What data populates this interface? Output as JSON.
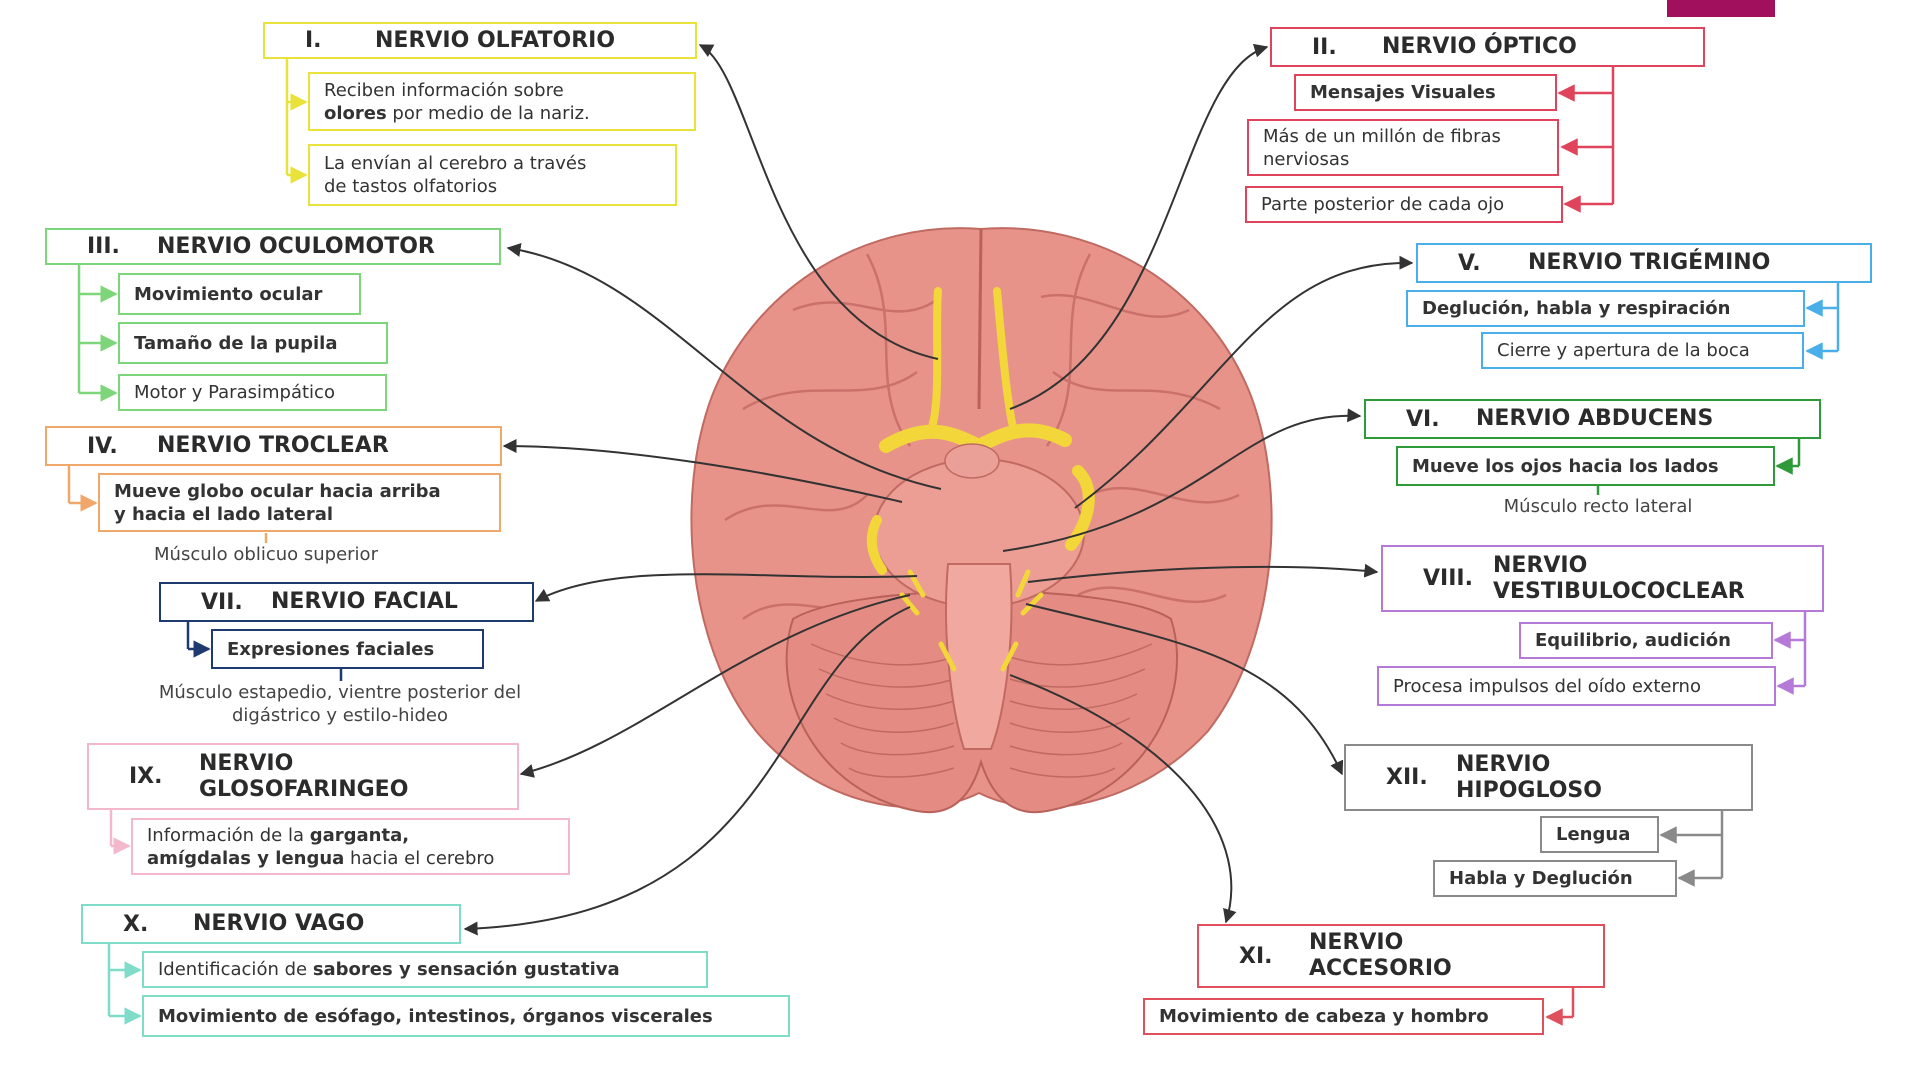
{
  "nerves": {
    "n1": {
      "num": "I.",
      "title": "NERVIO OLFATORIO",
      "color": "#e8e23a",
      "items": [
        {
          "parts": [
            {
              "t": "Reciben información sobre "
            },
            {
              "br": true
            },
            {
              "t": "olores",
              "b": true
            },
            {
              "t": " por medio de la nariz."
            }
          ]
        },
        {
          "parts": [
            {
              "t": "La envían al cerebro a través "
            },
            {
              "br": true
            },
            {
              "t": "de tastos olfatorios"
            }
          ]
        }
      ]
    },
    "n2": {
      "num": "II.",
      "title": "NERVIO ÓPTICO",
      "color": "#e0435c",
      "items": [
        {
          "parts": [
            {
              "t": "Mensajes Visuales",
              "b": true
            }
          ]
        },
        {
          "parts": [
            {
              "t": "Más de un millón de fibras "
            },
            {
              "br": true
            },
            {
              "t": "nerviosas"
            }
          ]
        },
        {
          "parts": [
            {
              "t": "Parte posterior de cada ojo"
            }
          ]
        }
      ]
    },
    "n3": {
      "num": "III.",
      "title": "NERVIO OCULOMOTOR",
      "color": "#7ed67a",
      "items": [
        {
          "parts": [
            {
              "t": "Movimiento ocular",
              "b": true
            }
          ]
        },
        {
          "parts": [
            {
              "t": "Tamaño de la pupila",
              "b": true
            }
          ]
        },
        {
          "parts": [
            {
              "t": "Motor y Parasimpático"
            }
          ]
        }
      ]
    },
    "n4": {
      "num": "IV.",
      "title": "NERVIO TROCLEAR",
      "color": "#f0a86a",
      "items": [
        {
          "parts": [
            {
              "t": "Mueve globo ocular hacia arriba",
              "b": true
            },
            {
              "br": true
            },
            {
              "t": "y hacia el lado lateral",
              "b": true
            }
          ]
        }
      ],
      "note": "Músculo oblicuo superior"
    },
    "n5": {
      "num": "V.",
      "title": "NERVIO TRIGÉMINO",
      "color": "#4aaee8",
      "items": [
        {
          "parts": [
            {
              "t": "Deglución, habla y respiración",
              "b": true
            }
          ]
        },
        {
          "parts": [
            {
              "t": "Cierre y apertura de la boca"
            }
          ]
        }
      ]
    },
    "n6": {
      "num": "VI.",
      "title": "NERVIO ABDUCENS",
      "color": "#2e9a3a",
      "items": [
        {
          "parts": [
            {
              "t": "Mueve los ojos hacia los lados",
              "b": true
            }
          ]
        }
      ],
      "note": "Músculo recto lateral"
    },
    "n7": {
      "num": "VII.",
      "title": "NERVIO FACIAL",
      "color": "#1f3a6e",
      "items": [
        {
          "parts": [
            {
              "t": "Expresiones faciales",
              "b": true
            }
          ]
        }
      ],
      "note": "Músculo estapedio, vientre posterior del\ndigástrico y estilo-hideo"
    },
    "n8": {
      "num": "VIII.",
      "title": "NERVIO\nVESTIBULOCOCLEAR",
      "color": "#b57ad8",
      "items": [
        {
          "parts": [
            {
              "t": "Equilibrio, audición",
              "b": true
            }
          ]
        },
        {
          "parts": [
            {
              "t": "Procesa impulsos del oído externo"
            }
          ]
        }
      ]
    },
    "n9": {
      "num": "IX.",
      "title": "NERVIO\nGLOSOFARINGEO",
      "color": "#f4b8cc",
      "items": [
        {
          "parts": [
            {
              "t": "Información de la "
            },
            {
              "t": "garganta,",
              "b": true
            },
            {
              "br": true
            },
            {
              "t": "amígdalas y lengua",
              "b": true
            },
            {
              "t": " hacia el cerebro"
            }
          ]
        }
      ]
    },
    "n10": {
      "num": "X.",
      "title": "NERVIO VAGO",
      "color": "#7edcc8",
      "items": [
        {
          "parts": [
            {
              "t": "Identificación de "
            },
            {
              "t": "sabores y sensación gustativa",
              "b": true
            }
          ]
        },
        {
          "parts": [
            {
              "t": "Movimiento de esófago, intestinos, órganos viscerales",
              "b": true
            }
          ]
        }
      ]
    },
    "n11": {
      "num": "XI.",
      "title": "NERVIO\nACCESORIO",
      "color": "#e0505c",
      "items": [
        {
          "parts": [
            {
              "t": "Movimiento de cabeza y hombro",
              "b": true
            }
          ]
        }
      ]
    },
    "n12": {
      "num": "XII.",
      "title": "NERVIO\nHIPOGLOSO",
      "color": "#8a8a8a",
      "items": [
        {
          "parts": [
            {
              "t": "Lengua",
              "b": true
            }
          ]
        },
        {
          "parts": [
            {
              "t": "Habla y Deglución",
              "b": true
            }
          ]
        }
      ]
    }
  },
  "illustration": {
    "brain_color": "#e8938a",
    "nerve_color": "#f2d63a",
    "arrow_color": "#333333"
  }
}
